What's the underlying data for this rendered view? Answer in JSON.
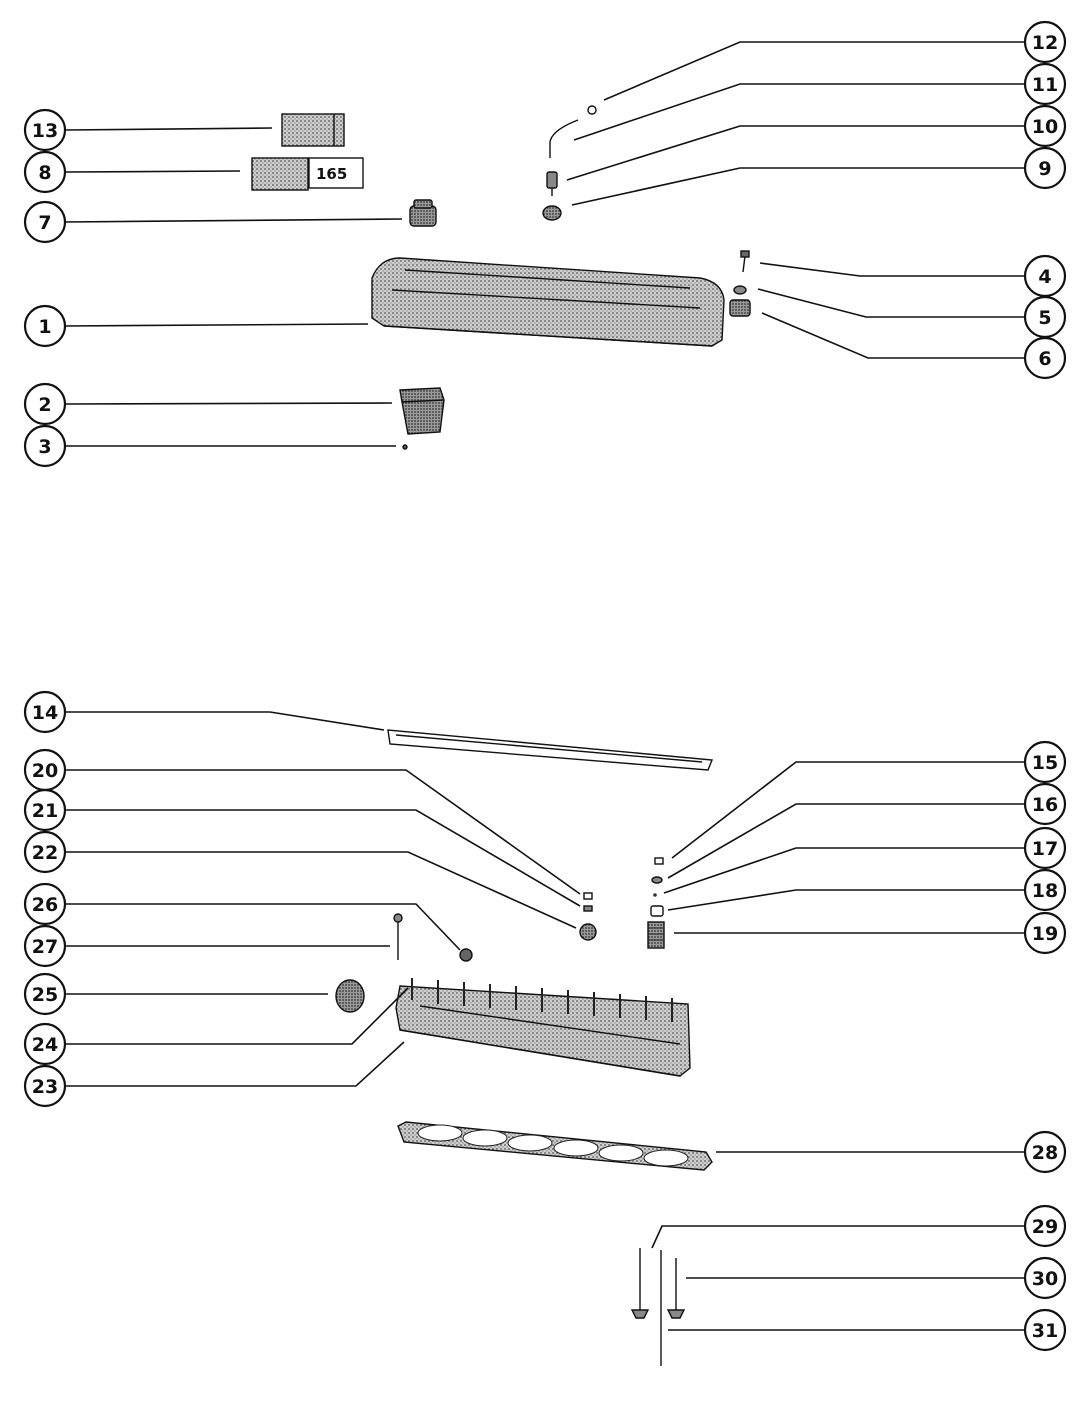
{
  "diagram": {
    "badge_text": "165",
    "callouts": [
      "1",
      "2",
      "3",
      "4",
      "5",
      "6",
      "7",
      "8",
      "9",
      "10",
      "11",
      "12",
      "13",
      "14",
      "15",
      "16",
      "17",
      "18",
      "19",
      "20",
      "21",
      "22",
      "23",
      "24",
      "25",
      "26",
      "27",
      "28",
      "29",
      "30",
      "31"
    ]
  }
}
